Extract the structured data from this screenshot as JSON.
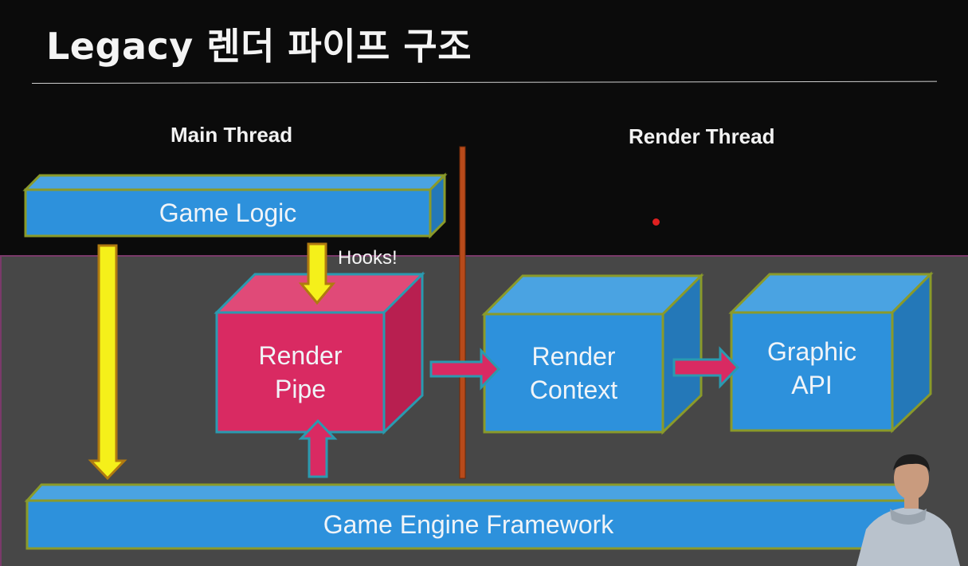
{
  "slide": {
    "title": "Legacy 렌더 파이프 구조"
  },
  "threads": {
    "main": "Main Thread",
    "render": "Render Thread"
  },
  "blocks": {
    "game_logic": "Game Logic",
    "render_pipe": "Render\nPipe",
    "render_context": "Render\nContext",
    "graphic_api": "Graphic\nAPI",
    "game_engine_framework": "Game Engine Framework"
  },
  "annotations": {
    "hooks": "Hooks!"
  },
  "colors": {
    "blue_face": "#2d91dc",
    "blue_top": "#4aa3e2",
    "blue_side": "#2478b8",
    "outline": "#8a9a2a",
    "pink_face": "#d92a62",
    "pink_top": "#e04a78",
    "pink_side": "#b81f50",
    "yellow_arrow": "#f5f01a",
    "pink_arrow": "#d92a62",
    "divider": "#b84a1a"
  }
}
